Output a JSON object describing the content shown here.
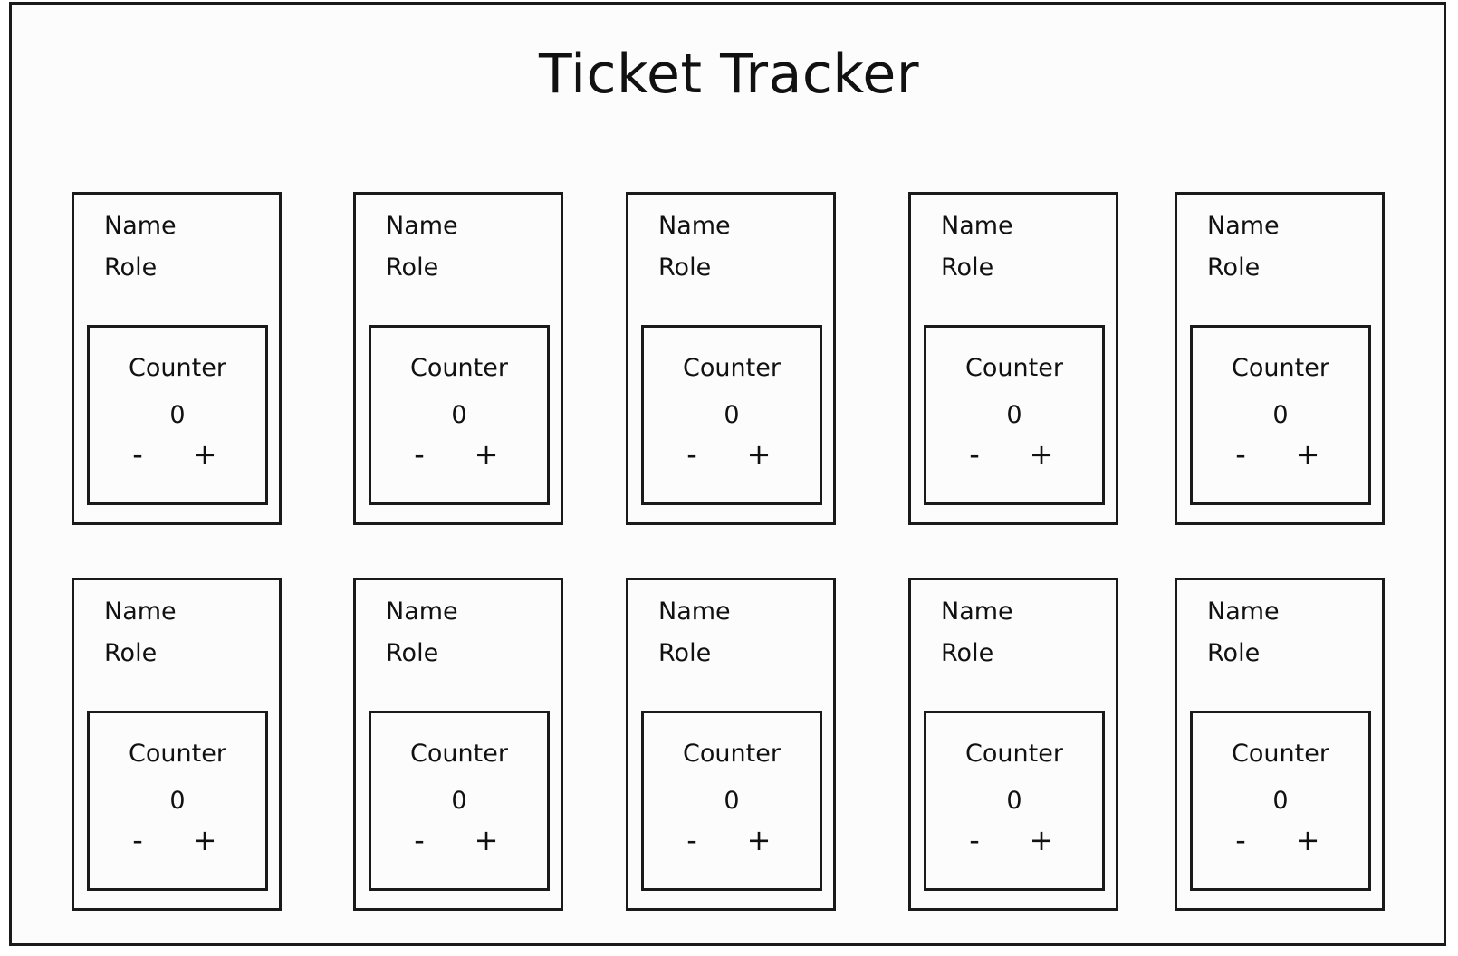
{
  "title": "Ticket Tracker",
  "cards": [
    {
      "name": "Name",
      "role": "Role",
      "counter_label": "Counter",
      "value": "0",
      "minus": "-",
      "plus": "+"
    },
    {
      "name": "Name",
      "role": "Role",
      "counter_label": "Counter",
      "value": "0",
      "minus": "-",
      "plus": "+"
    },
    {
      "name": "Name",
      "role": "Role",
      "counter_label": "Counter",
      "value": "0",
      "minus": "-",
      "plus": "+"
    },
    {
      "name": "Name",
      "role": "Role",
      "counter_label": "Counter",
      "value": "0",
      "minus": "-",
      "plus": "+"
    },
    {
      "name": "Name",
      "role": "Role",
      "counter_label": "Counter",
      "value": "0",
      "minus": "-",
      "plus": "+"
    },
    {
      "name": "Name",
      "role": "Role",
      "counter_label": "Counter",
      "value": "0",
      "minus": "-",
      "plus": "+"
    },
    {
      "name": "Name",
      "role": "Role",
      "counter_label": "Counter",
      "value": "0",
      "minus": "-",
      "plus": "+"
    },
    {
      "name": "Name",
      "role": "Role",
      "counter_label": "Counter",
      "value": "0",
      "minus": "-",
      "plus": "+"
    },
    {
      "name": "Name",
      "role": "Role",
      "counter_label": "Counter",
      "value": "0",
      "minus": "-",
      "plus": "+"
    },
    {
      "name": "Name",
      "role": "Role",
      "counter_label": "Counter",
      "value": "0",
      "minus": "-",
      "plus": "+"
    }
  ]
}
